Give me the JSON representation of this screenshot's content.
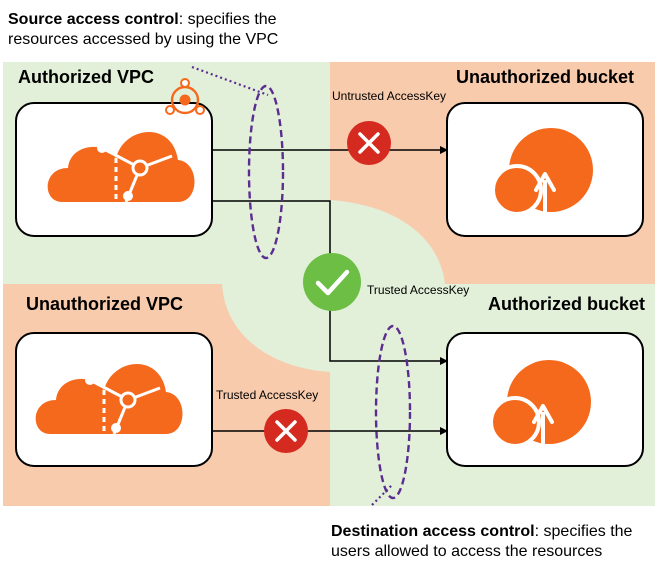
{
  "source_control": {
    "title": "Source access control",
    "desc": ": specifies the resources accessed by using the VPC"
  },
  "destination_control": {
    "title": "Destination access control",
    "desc": ": specifies the users allowed to access the resources"
  },
  "regions": {
    "authorized_vpc": "Authorized VPC",
    "unauthorized_vpc": "Unauthorized VPC",
    "unauthorized_bucket": "Unauthorized bucket",
    "authorized_bucket": "Authorized bucket"
  },
  "arrows": {
    "top": "Untrusted AccessKey",
    "middle": "Trusted AccessKey",
    "bottom": "Trusted AccessKey"
  },
  "colors": {
    "green_zone": "#E2F0D9",
    "peach_zone": "#F8CBAD",
    "icon_orange": "#F5691D",
    "allow_green": "#6CBE45",
    "deny_red": "#D42A20",
    "dashed_purple": "#5B2D91"
  },
  "icons": {
    "vpc": "vpc-cloud-icon",
    "bucket": "oss-bucket-icon",
    "allow": "check-icon",
    "deny": "cross-icon",
    "endpoint": "vpc-endpoint-icon"
  }
}
